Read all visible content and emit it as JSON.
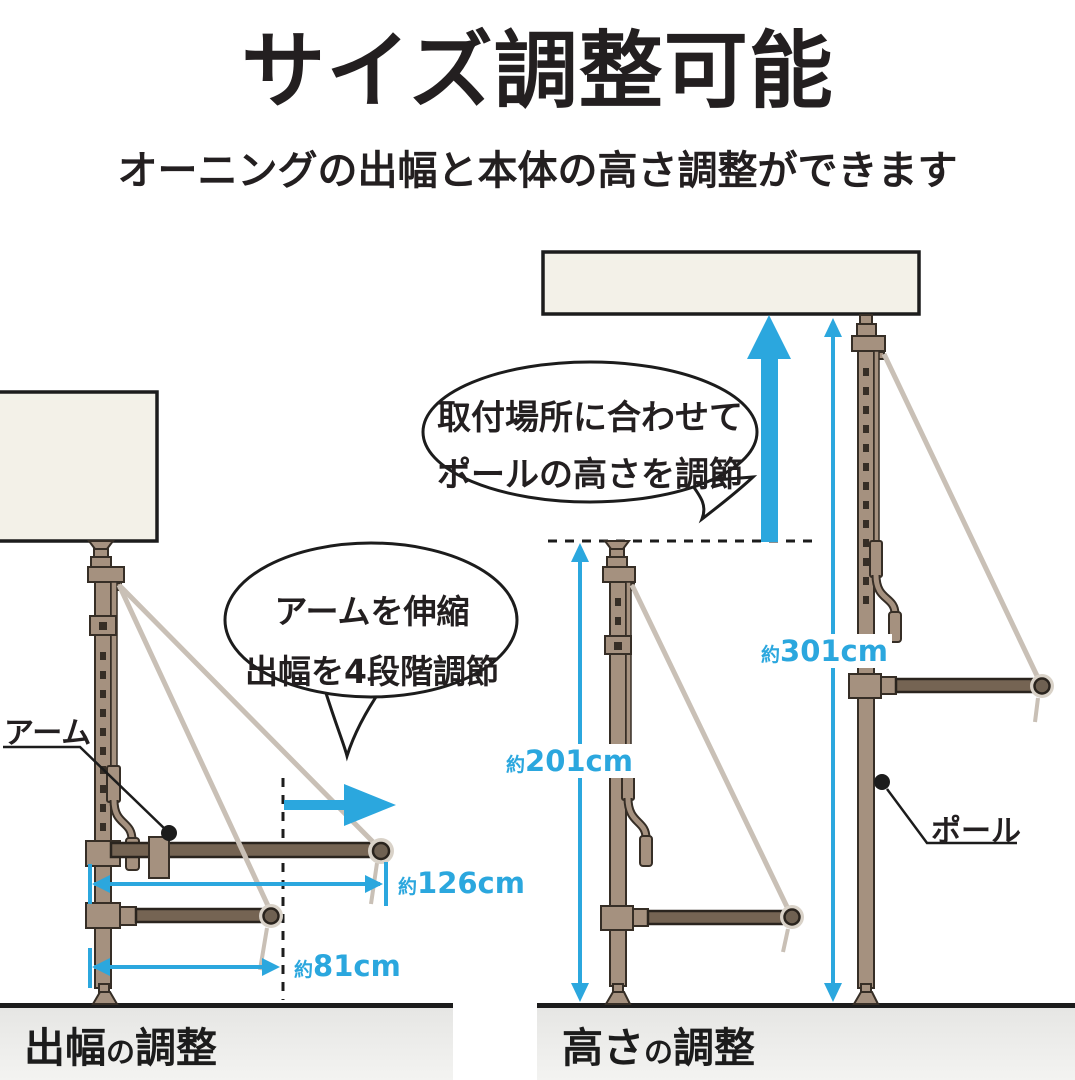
{
  "header": {
    "title": "サイズ調整可能",
    "subtitle": "オーニングの出幅と本体の高さ調整ができます"
  },
  "left_panel": {
    "caption": {
      "main": "出幅",
      "particle": "の",
      "tail": "調整"
    },
    "bubble": {
      "line1": "アームを伸縮",
      "line2": "出幅を4段階調節"
    },
    "part_label": "アーム",
    "measure_depth_max": {
      "prefix": "約",
      "value": "126cm"
    },
    "measure_depth_min": {
      "prefix": "約",
      "value": "81cm"
    }
  },
  "right_panel": {
    "caption": {
      "main": "高さ",
      "particle": "の",
      "tail": "調整"
    },
    "bubble": {
      "line1": "取付場所に合わせて",
      "line2": "ポールの高さを調節"
    },
    "part_label": "ポール",
    "measure_height_min": {
      "prefix": "約",
      "value": "201cm"
    },
    "measure_height_max": {
      "prefix": "約",
      "value": "301cm"
    }
  },
  "colors": {
    "accent_blue": "#2BA7DE",
    "ink": "#231F20",
    "pole_fill": "#A5917F",
    "arm_fill": "#756453",
    "cable": "#C9C0B6",
    "awning_fill": "#F3F1E8",
    "ground_fill": "#E9E9E7"
  }
}
